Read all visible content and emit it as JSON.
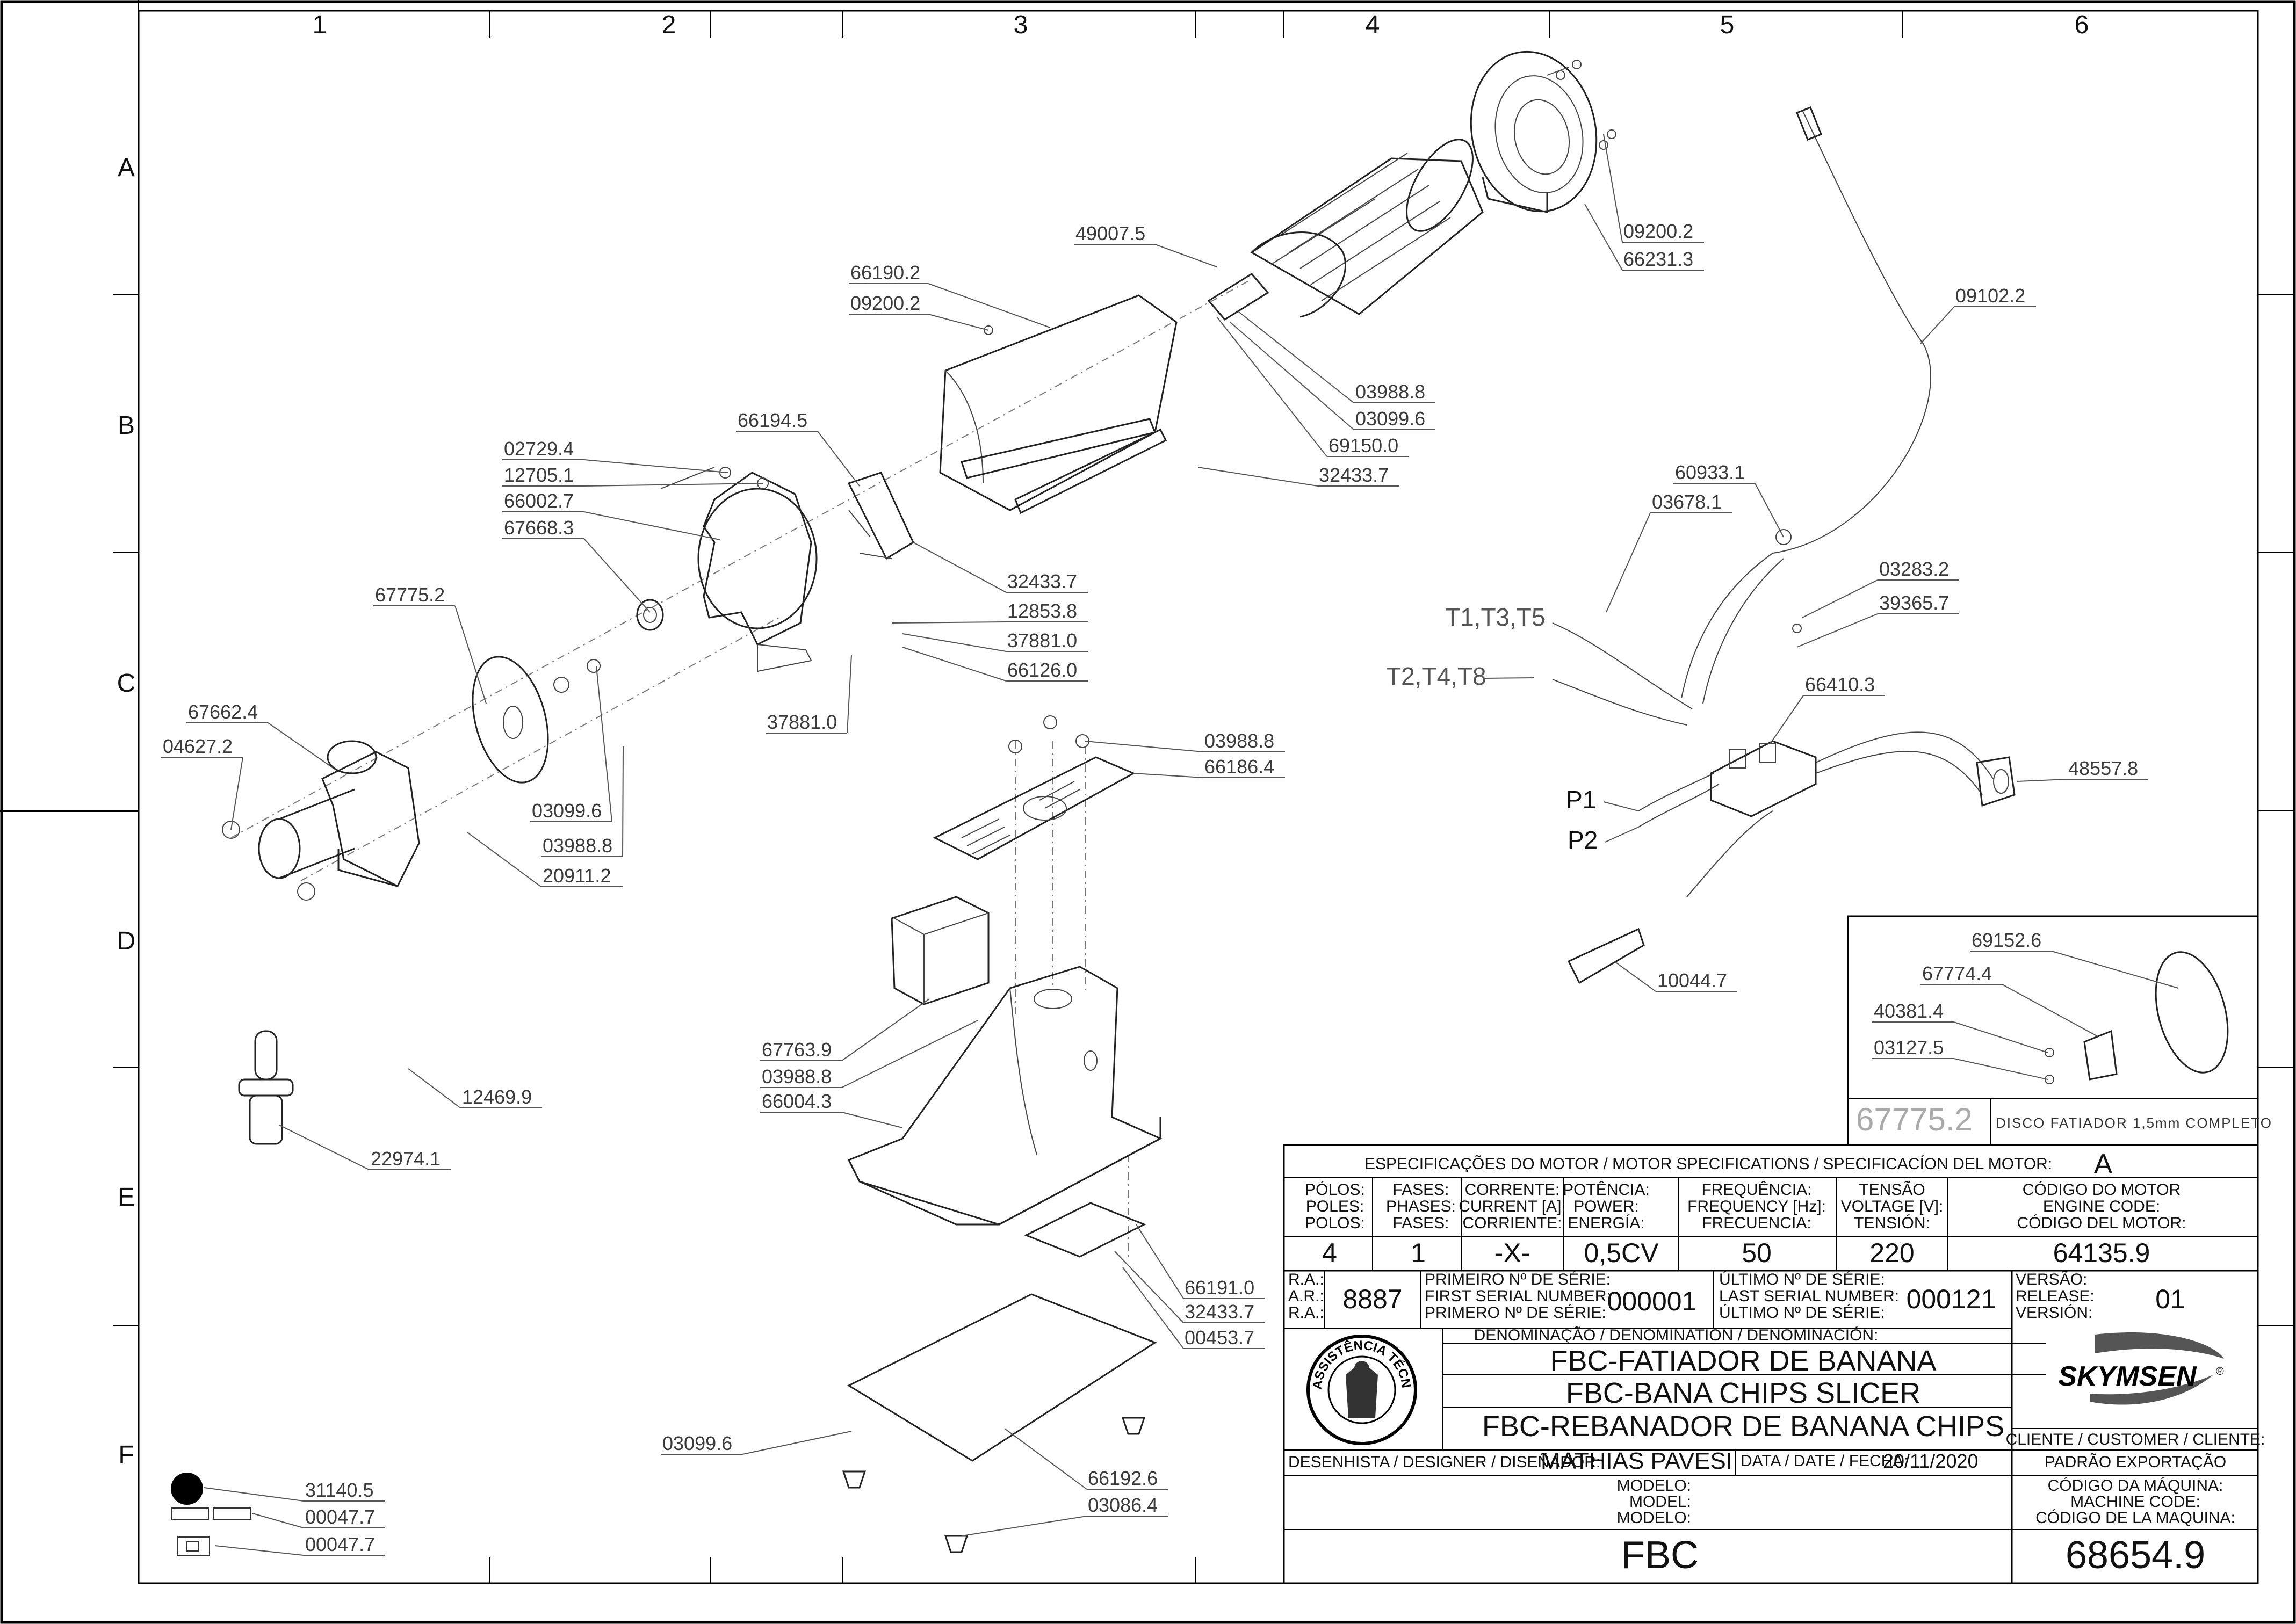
{
  "grid": {
    "columns": [
      "1",
      "2",
      "3",
      "4",
      "5",
      "6"
    ],
    "rows": [
      "A",
      "B",
      "C",
      "D",
      "E",
      "F"
    ]
  },
  "part_labels": [
    "49007.5",
    "66190.2",
    "09200.2",
    "09200.2",
    "66231.3",
    "09102.2",
    "03988.8",
    "03099.6",
    "69150.0",
    "32433.7",
    "66194.5",
    "02729.4",
    "12705.1",
    "66002.7",
    "67668.3",
    "32433.7",
    "12853.8",
    "37881.0",
    "66126.0",
    "37881.0",
    "67775.2",
    "67662.4",
    "04627.2",
    "03099.6",
    "03988.8",
    "20911.2",
    "03988.8",
    "66186.4",
    "67763.9",
    "03988.8",
    "66004.3",
    "12469.9",
    "22974.1",
    "66191.0",
    "32433.7",
    "00453.7",
    "03099.6",
    "66192.6",
    "03086.4",
    "31140.5",
    "00047.7",
    "00047.7",
    "60933.1",
    "03678.1",
    "03283.2",
    "39365.7",
    "66410.3",
    "48557.8",
    "10044.7",
    "69152.6",
    "67774.4",
    "40381.4",
    "03127.5"
  ],
  "wire_labels": [
    "T1,T3,T5",
    "T2,T4,T8",
    "P1",
    "P2"
  ],
  "detail": {
    "code": "67775.2",
    "description": "DISCO FATIADOR 1,5mm COMPLETO"
  },
  "motor_spec": {
    "title": "ESPECIFICAÇÕES DO MOTOR / MOTOR SPECIFICATIONS / SPECIFICACÍON DEL MOTOR:",
    "version_letter": "A",
    "headers": [
      [
        "PÓLOS:",
        "POLES:",
        "POLOS:"
      ],
      [
        "FASES:",
        "PHASES:",
        "FASES:"
      ],
      [
        "CORRENTE:",
        "CURRENT [A]:",
        "CORRIENTE:"
      ],
      [
        "POTÊNCIA:",
        "POWER:",
        "ENERGÍA:"
      ],
      [
        "FREQUÊNCIA:",
        "FREQUENCY [Hz]:",
        "FRECUENCIA:"
      ],
      [
        "TENSÃO",
        "VOLTAGE [V]:",
        "TENSIÓN:"
      ],
      [
        "CÓDIGO DO MOTOR",
        "ENGINE CODE:",
        "CÓDIGO DEL MOTOR:"
      ]
    ],
    "values": [
      "4",
      "1",
      "-X-",
      "0,5CV",
      "50",
      "220",
      "64135.9"
    ]
  },
  "serials": {
    "ra_labels": [
      "R.A.:",
      "A.R.:",
      "R.A.:"
    ],
    "ra_value": "8887",
    "first_labels": [
      "PRIMEIRO Nº DE SÉRIE:",
      "FIRST SERIAL NUMBER:",
      "PRIMERO Nº DE SÉRIE:"
    ],
    "first_value": "000001",
    "last_labels": [
      "ÚLTIMO Nº DE SÉRIE:",
      "LAST SERIAL NUMBER:",
      "ÚLTIMO Nº DE SÉRIE:"
    ],
    "last_value": "000121",
    "version_labels": [
      "VERSÃO:",
      "RELEASE:",
      "VERSIÓN:"
    ],
    "version_value": "01"
  },
  "denomination": {
    "label": "DENOMINAÇÃO / DENOMINATION / DENOMINACIÓN:",
    "lines": [
      "FBC-FATIADOR DE BANANA",
      "FBC-BANA CHIPS SLICER",
      "FBC-REBANADOR DE BANANA CHIPS"
    ]
  },
  "seal_text": "ASSISTÊNCIA TÉCNICA AUTORIZADA",
  "brand": "SKYMSEN",
  "brand_mark": "®",
  "client": {
    "label": "CLIENTE / CUSTOMER / CLIENTE:",
    "value": "PADRÃO EXPORTAÇÃO"
  },
  "designer": {
    "label": "DESENHISTA / DESIGNER / DISEÑADOR:",
    "name": "MATHIAS PAVESI",
    "date_label": "DATA / DATE / FECHA:",
    "date": "20/11/2020"
  },
  "model": {
    "labels": [
      "MODELO:",
      "MODEL:",
      "MODELO:"
    ],
    "value": "FBC"
  },
  "machine_code": {
    "labels": [
      "CÓDIGO DA MÁQUINA:",
      "MACHINE CODE:",
      "CÓDIGO DE LA MAQUINA:"
    ],
    "value": "68654.9"
  }
}
